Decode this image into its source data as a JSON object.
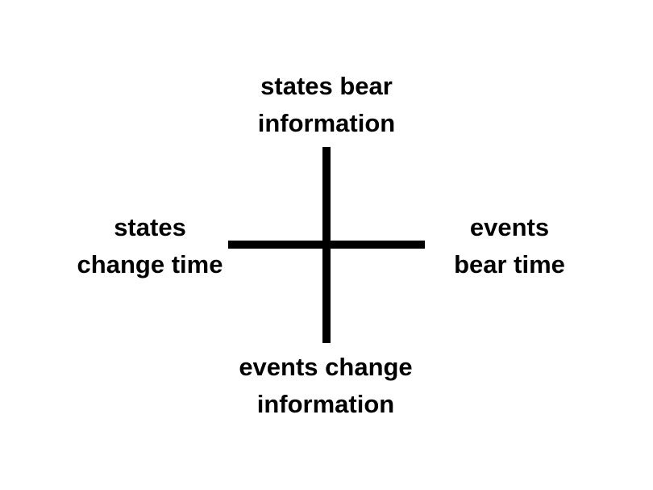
{
  "colors": {
    "background": "#ffffff",
    "line": "#000000",
    "text": "#000000"
  },
  "diagram": {
    "type": "axis-cross",
    "labels": {
      "top": "states bear\ninformation",
      "left": "states\nchange time",
      "right": "events\nbear time",
      "bottom": "events change\ninformation"
    }
  }
}
